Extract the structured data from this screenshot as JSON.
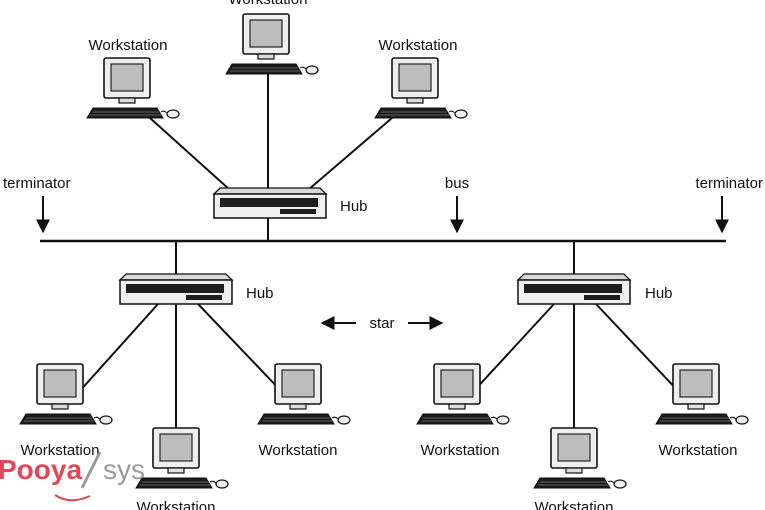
{
  "labels": {
    "workstation": "Workstation",
    "hub": "Hub",
    "terminator": "terminator",
    "bus": "bus",
    "star": "star"
  },
  "watermark": {
    "brand_left": "Pooya",
    "brand_right": "sys",
    "color_left": "#e0283a",
    "color_right": "#8a8a8a"
  },
  "colors": {
    "line": "#111111",
    "device_fill": "#f2f2f2",
    "screen_fill": "#bdbdbd"
  }
}
